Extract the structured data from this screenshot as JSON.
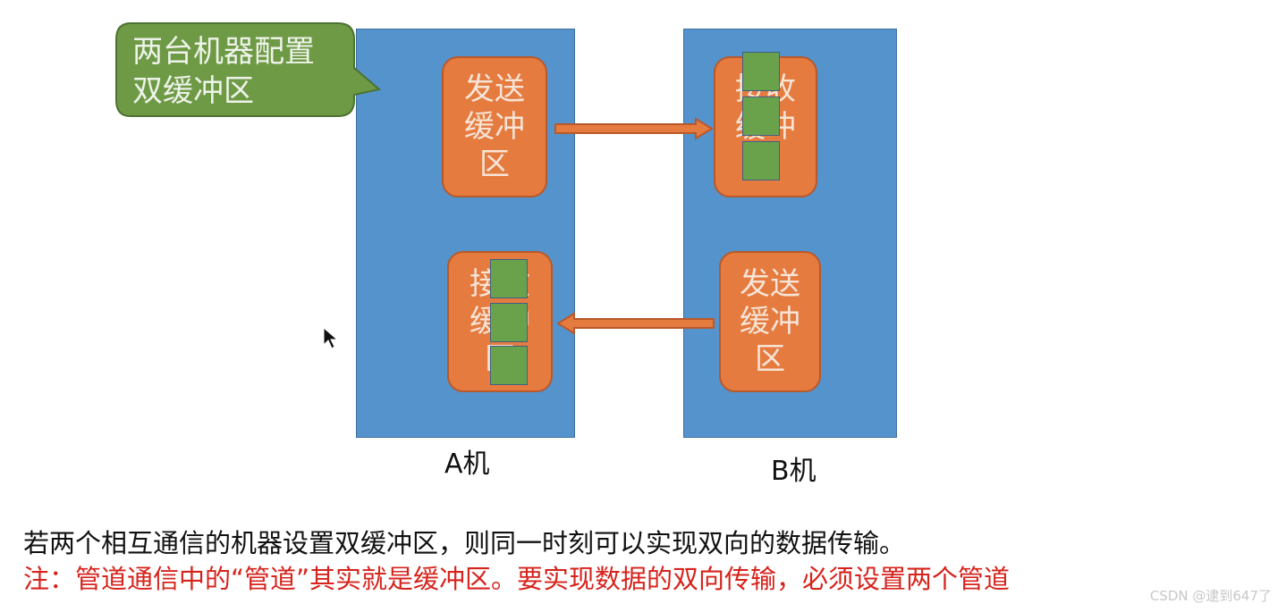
{
  "callout": {
    "text": "两台机器配置\n双缓冲区",
    "color": "#6e9a45"
  },
  "machine_a": {
    "caption": "A机",
    "send_buffer": [
      "发送",
      "缓冲",
      "区"
    ],
    "recv_buffer": [
      "接收",
      "缓冲",
      "区"
    ]
  },
  "machine_b": {
    "caption": "B机",
    "recv_buffer": [
      "接收",
      "缓冲",
      "区"
    ],
    "send_buffer": [
      "发送",
      "缓冲",
      "区"
    ]
  },
  "notes": {
    "line1": "若两个相互通信的机器设置双缓冲区，则同一时刻可以实现双向的数据传输。",
    "line2": "注：管道通信中的“管道”其实就是缓冲区。要实现数据的双向传输，必须设置两个管道"
  },
  "watermark": "CSDN @逮到647了",
  "colors": {
    "machine": "#5593cd",
    "buffer": "#e57b3f",
    "block": "#6aa24b",
    "note_red": "#d6231c"
  }
}
